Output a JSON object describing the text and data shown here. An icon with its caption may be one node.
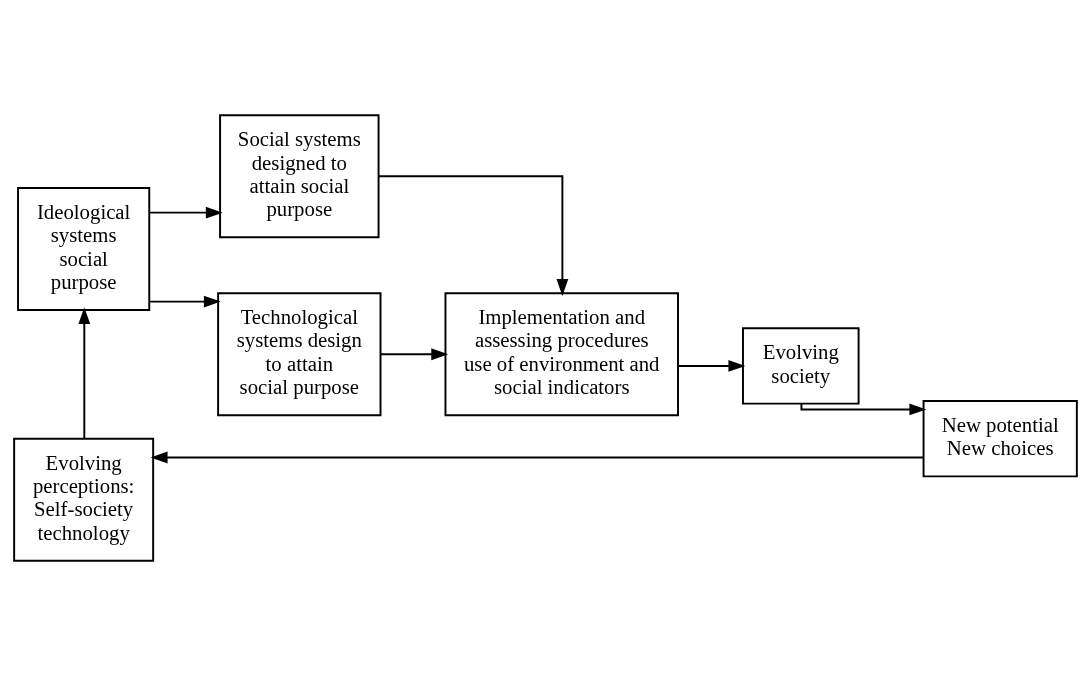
{
  "diagram": {
    "nodes": [
      {
        "text": [
          "Ideological systems social purpose"
        ]
      },
      {
        "text": [
          "Social systems designed to attain social purpose"
        ]
      },
      {
        "text": [
          "Technological systems design to attain social purpose"
        ]
      },
      {
        "text": [
          "Implementation and assessing procedures use of environment and social indicators"
        ]
      },
      {
        "text": [
          "Evolving society"
        ]
      },
      {
        "text": [
          "New potential New choices"
        ]
      },
      {
        "text": [
          "Evolving perceptions: Self-society technology"
        ]
      }
    ],
    "edges": [
      {
        "from": 0,
        "to": 1,
        "arrow": "to"
      },
      {
        "from": 0,
        "to": 2,
        "arrow": "to"
      },
      {
        "from": 1,
        "to": 3,
        "arrow": "to"
      },
      {
        "from": 2,
        "to": 3,
        "arrow": "to"
      },
      {
        "from": 3,
        "to": 4,
        "arrow": "to"
      },
      {
        "from": 4,
        "to": 5,
        "arrow": "to"
      },
      {
        "from": 5,
        "to": 6,
        "arrow": "to"
      },
      {
        "from": 6,
        "to": 0,
        "arrow": "to"
      }
    ]
  }
}
